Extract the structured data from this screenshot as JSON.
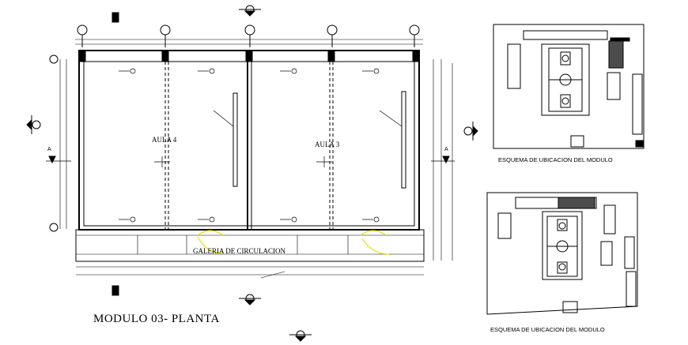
{
  "drawing": {
    "title": "MODULO 03- PLANTA",
    "rooms": [
      {
        "label": "AULA 4"
      },
      {
        "label": "AULA 3"
      },
      {
        "label": "GALERIA DE CIRCULACION"
      }
    ],
    "schemes": [
      {
        "caption": "ESQUEMA DE UBICACION DEL MODULO"
      },
      {
        "caption": "ESQUEMA DE UBICACION DEL MODULO"
      }
    ],
    "section_marks": [
      "A",
      "A"
    ],
    "colors": {
      "line": "#000000",
      "accent": "#e8e000",
      "background": "#ffffff"
    }
  }
}
